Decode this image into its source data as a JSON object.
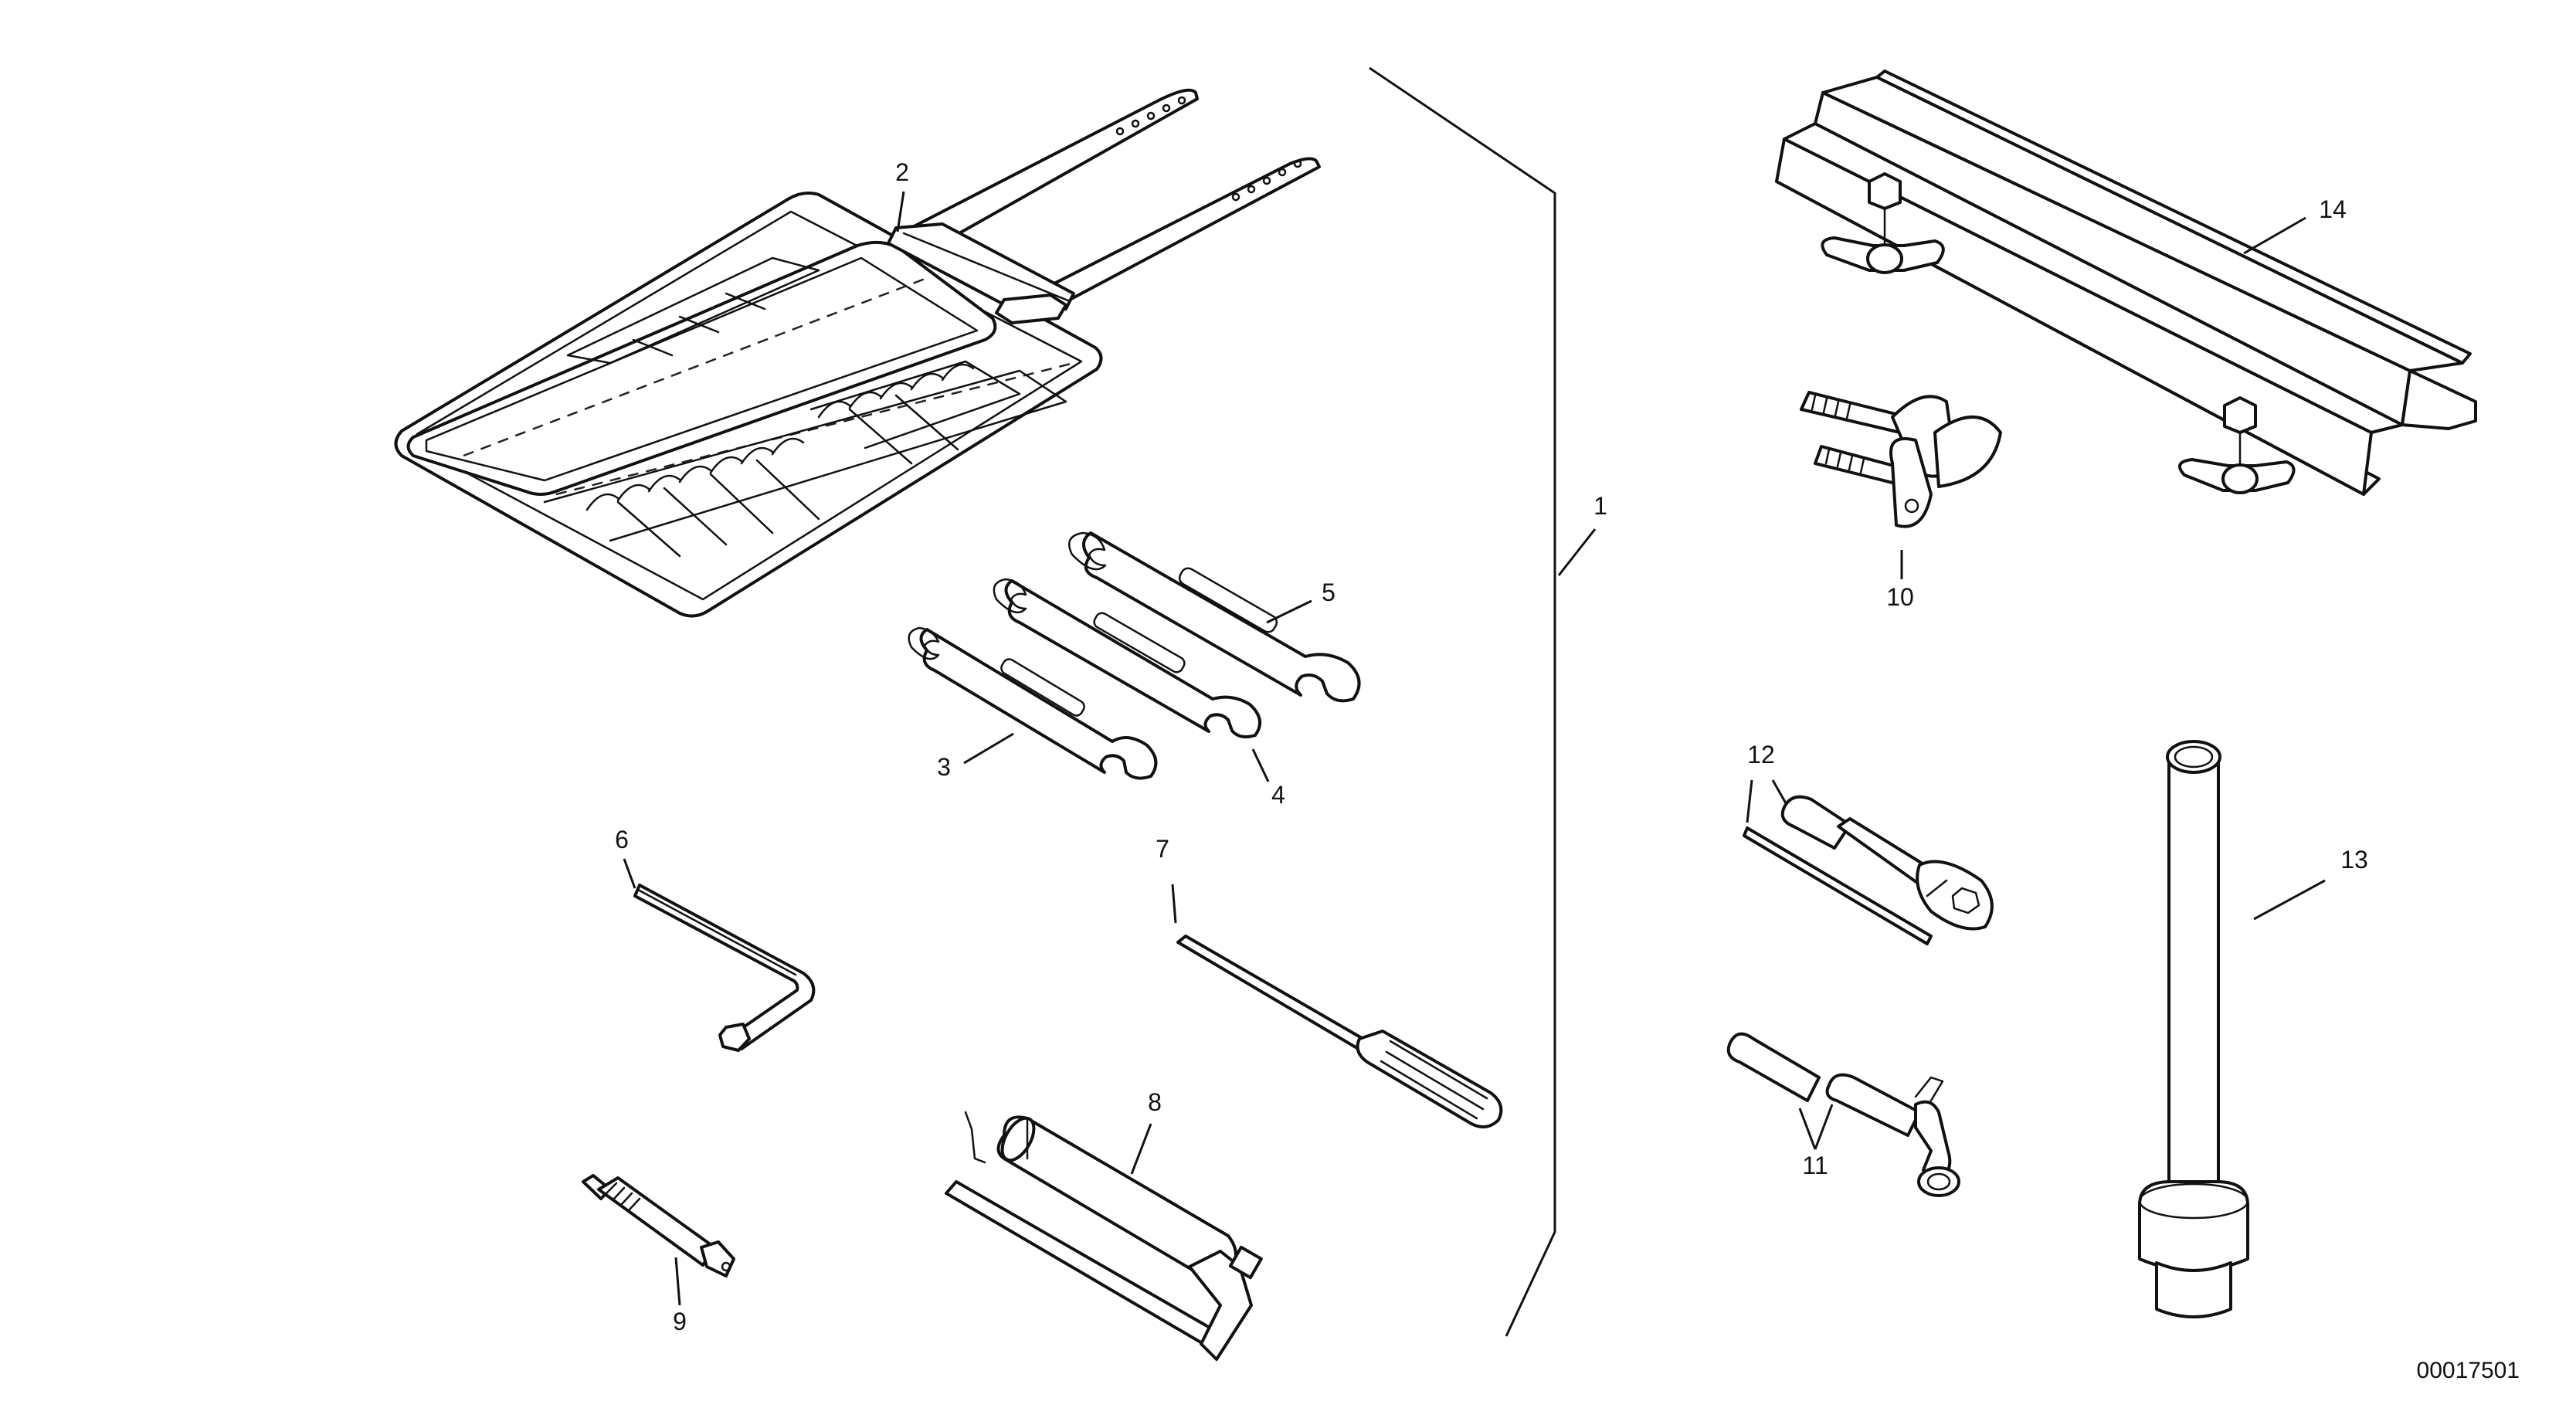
{
  "callouts": {
    "c1": "1",
    "c2": "2",
    "c3": "3",
    "c4": "4",
    "c5": "5",
    "c6": "6",
    "c7": "7",
    "c8": "8",
    "c9": "9",
    "c10": "10",
    "c11": "11",
    "c12": "12",
    "c13": "13",
    "c14": "14"
  },
  "document_id": "00017501",
  "colors": {
    "line": "#111111",
    "background": "#ffffff"
  }
}
